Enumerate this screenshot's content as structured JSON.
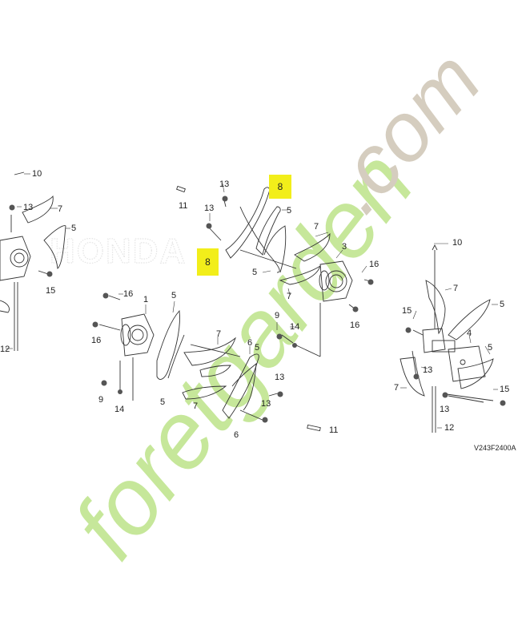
{
  "diagram": {
    "code": "V243F2400A",
    "callouts": [
      {
        "id": "c10a",
        "text": "10"
      },
      {
        "id": "c13a",
        "text": "13"
      },
      {
        "id": "c7a",
        "text": "7"
      },
      {
        "id": "c5a",
        "text": "5"
      },
      {
        "id": "c15a",
        "text": "15"
      },
      {
        "id": "c12a",
        "text": "12"
      },
      {
        "id": "c11a",
        "text": "11"
      },
      {
        "id": "c13b",
        "text": "13"
      },
      {
        "id": "c13c",
        "text": "13"
      },
      {
        "id": "c5b",
        "text": "5"
      },
      {
        "id": "c7b",
        "text": "7"
      },
      {
        "id": "c3",
        "text": "3"
      },
      {
        "id": "c16a",
        "text": "16"
      },
      {
        "id": "c5c",
        "text": "5"
      },
      {
        "id": "c7c",
        "text": "7"
      },
      {
        "id": "c16b",
        "text": "16"
      },
      {
        "id": "c16c",
        "text": "16"
      },
      {
        "id": "c1",
        "text": "1"
      },
      {
        "id": "c5d",
        "text": "5"
      },
      {
        "id": "c16d",
        "text": "16"
      },
      {
        "id": "c9a",
        "text": "9"
      },
      {
        "id": "c14a",
        "text": "14"
      },
      {
        "id": "c7d",
        "text": "7"
      },
      {
        "id": "c6a",
        "text": "6"
      },
      {
        "id": "c5e",
        "text": "5"
      },
      {
        "id": "c13d",
        "text": "13"
      },
      {
        "id": "c9b",
        "text": "9"
      },
      {
        "id": "c14b",
        "text": "14"
      },
      {
        "id": "c5f",
        "text": "5"
      },
      {
        "id": "c7e",
        "text": "7"
      },
      {
        "id": "c13e",
        "text": "13"
      },
      {
        "id": "c6b",
        "text": "6"
      },
      {
        "id": "c11b",
        "text": "11"
      },
      {
        "id": "c10b",
        "text": "10"
      },
      {
        "id": "c7f",
        "text": "7"
      },
      {
        "id": "c15b",
        "text": "15"
      },
      {
        "id": "c5g",
        "text": "5"
      },
      {
        "id": "c4",
        "text": "4"
      },
      {
        "id": "c13f",
        "text": "13"
      },
      {
        "id": "c7g",
        "text": "7"
      },
      {
        "id": "c5h",
        "text": "5"
      },
      {
        "id": "c13g",
        "text": "13"
      },
      {
        "id": "c15c",
        "text": "15"
      },
      {
        "id": "c12b",
        "text": "12"
      }
    ],
    "highlighted": [
      {
        "id": "h8a",
        "text": "8"
      },
      {
        "id": "h8b",
        "text": "8"
      }
    ]
  },
  "watermarks": {
    "brand": "HONDA",
    "site_a": "foretgarden",
    "site_b": ".com"
  },
  "colors": {
    "line": "#333333",
    "highlight": "#f2ee1a",
    "watermark_green": "#c6e79a",
    "watermark_orange": "#f6cf93",
    "watermark_brown": "#d5cdbf",
    "watermark_grey": "#e6e6e6"
  }
}
